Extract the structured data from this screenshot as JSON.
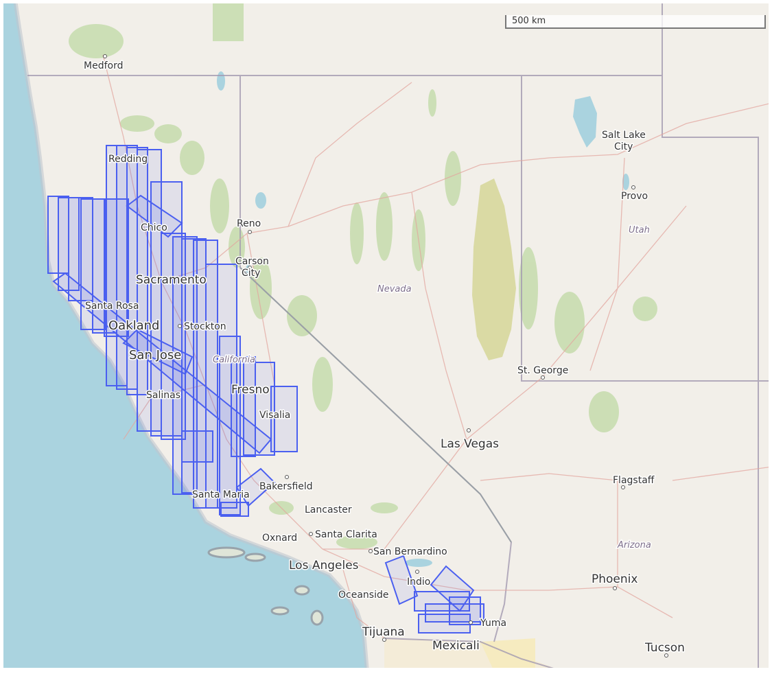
{
  "scale_label": "500 km",
  "colors": {
    "ocean": "#aad3df",
    "land": "#f2efe9",
    "park": "#c8ddb0",
    "footprint": "#4a5ff0",
    "border": "#9e9e9e",
    "road": "#e8a7a0"
  },
  "cities": {
    "medford": "Medford",
    "redding": "Redding",
    "chico": "Chico",
    "reno": "Reno",
    "carson_city_1": "Carson",
    "carson_city_2": "City",
    "sacramento": "Sacramento",
    "santa_rosa": "Santa Rosa",
    "oakland": "Oakland",
    "stockton": "Stockton",
    "san_jose": "San Jose",
    "salinas": "Salinas",
    "fresno": "Fresno",
    "visalia": "Visalia",
    "santa_maria": "Santa Maria",
    "bakersfield": "Bakersfield",
    "lancaster": "Lancaster",
    "oxnard": "Oxnard",
    "santa_clarita": "Santa Clarita",
    "san_bernardino": "San Bernardino",
    "los_angeles": "Los Angeles",
    "oceanside": "Oceanside",
    "indio": "Indio",
    "tijuana": "Tijuana",
    "mexicali": "Mexicali",
    "yuma": "Yuma",
    "las_vegas": "Las Vegas",
    "st_george": "St. George",
    "salt_lake_1": "Salt Lake",
    "salt_lake_2": "City",
    "provo": "Provo",
    "flagstaff": "Flagstaff",
    "phoenix": "Phoenix",
    "tucson": "Tucson"
  },
  "states": {
    "nevada": "Nevada",
    "utah": "Utah",
    "arizona": "Arizona",
    "california": "California"
  }
}
